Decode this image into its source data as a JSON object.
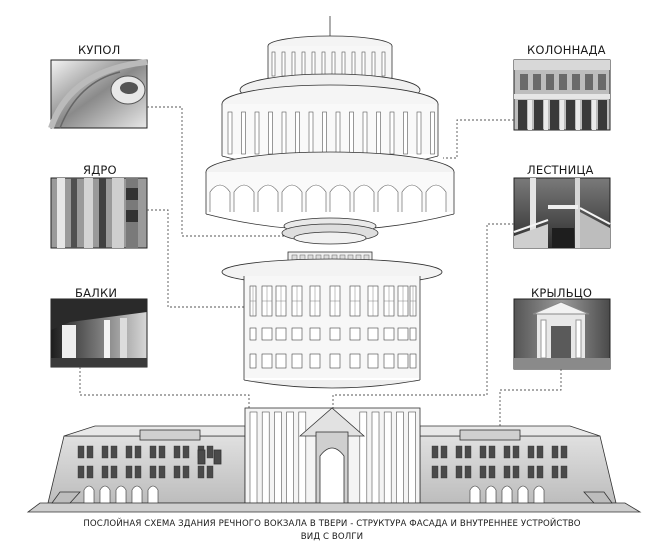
{
  "labels": {
    "dome": "КУПОЛ",
    "core": "ЯДРО",
    "beams": "БАЛКИ",
    "colonnade": "КОЛОННАДА",
    "staircase": "ЛЕСТНИЦА",
    "porch": "КРЫЛЬЦО"
  },
  "caption": {
    "line1": "ПОСЛОЙНАЯ СХЕМА ЗДАНИЯ РЕЧНОГО ВОКЗАЛА В ТВЕРИ - СТРУКТУРА ФАСАДА И ВНУТРЕННЕЕ УСТРОЙСТВО",
    "line2": "ВИД С ВОЛГИ"
  },
  "colors": {
    "ink": "#1a1a1a",
    "line": "#555555",
    "building_light": "#f2f2f2",
    "building_mid": "#d9d9d9",
    "building_dark": "#a9a9a9"
  }
}
